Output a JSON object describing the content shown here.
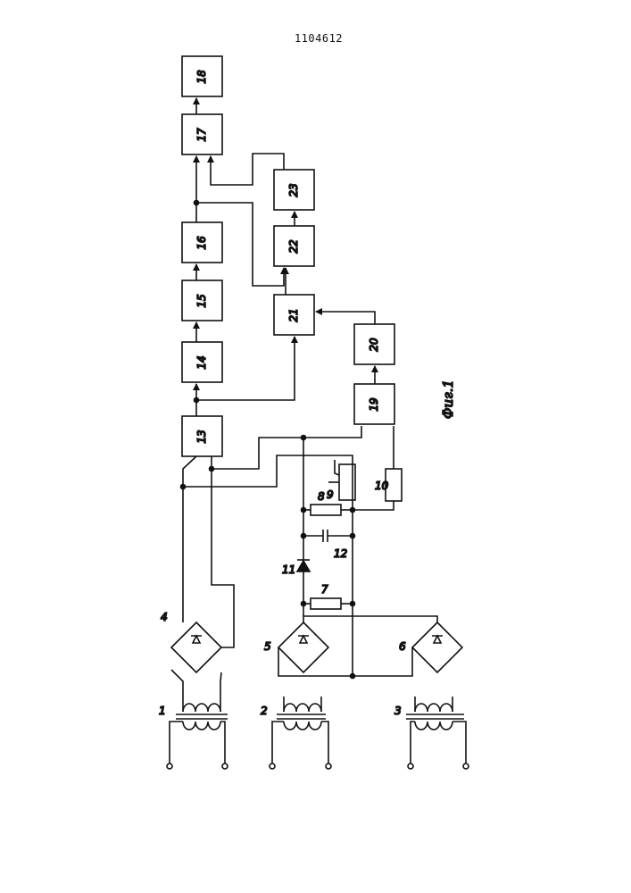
{
  "page_number": "1104612",
  "figure_caption": "Фиг.1",
  "blocks": [
    "13",
    "14",
    "15",
    "16",
    "17",
    "18",
    "19",
    "20",
    "21",
    "22",
    "23"
  ],
  "transformers": [
    "1",
    "2",
    "3"
  ],
  "bridges": [
    "4",
    "5",
    "6"
  ],
  "components": {
    "resistor_7": "7",
    "resistor_8": "8",
    "potentiometer_9": "9",
    "resistor_10": "10",
    "diode_11": "11",
    "capacitor_12": "12"
  },
  "colors": {
    "ink": "#111111",
    "paper": "#ffffff"
  }
}
